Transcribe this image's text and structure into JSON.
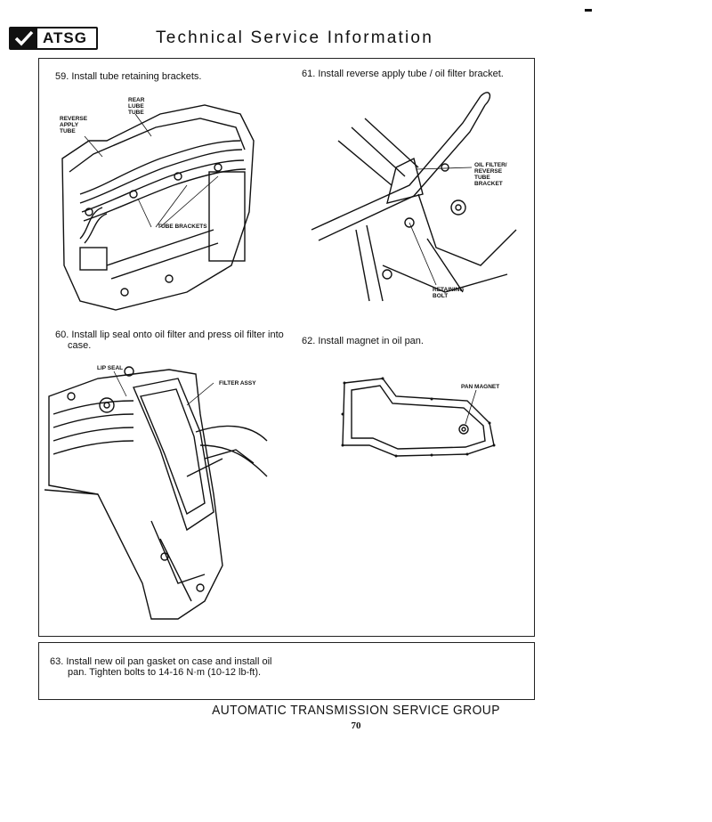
{
  "header": {
    "logo_text": "ATSG",
    "title": "Technical Service Information"
  },
  "steps": [
    {
      "id": "59",
      "text": "59.  Install tube retaining brackets."
    },
    {
      "id": "61",
      "text": "61.  Install reverse apply tube / oil filter bracket."
    },
    {
      "id": "60",
      "line1": "60.  Install lip seal onto oil filter and press oil filter into",
      "line2": "case."
    },
    {
      "id": "62",
      "text": "62.  Install magnet in oil pan."
    },
    {
      "id": "63",
      "line1": "63.  Install new oil pan gasket on case and install oil",
      "line2": "pan. Tighten bolts to 14-16 N·m (10-12 lb-ft)."
    }
  ],
  "labels": {
    "fig59": {
      "rear_lube_1": "REAR",
      "rear_lube_2": "LUBE",
      "rear_lube_3": "TUBE",
      "rev_1": "REVERSE",
      "rev_2": "APPLY",
      "rev_3": "TUBE",
      "tube_brackets": "TUBE BRACKETS"
    },
    "fig61": {
      "oil_1": "OIL FILTER/",
      "oil_2": "REVERSE",
      "oil_3": "TUBE",
      "oil_4": "BRACKET",
      "ret_1": "RETAINING",
      "ret_2": "BOLT"
    },
    "fig60": {
      "lip_seal": "LIP SEAL",
      "filter_assy": "FILTER ASSY"
    },
    "fig62": {
      "pan_magnet": "PAN MAGNET"
    }
  },
  "footer": {
    "org": "AUTOMATIC TRANSMISSION SERVICE GROUP",
    "page": "70"
  }
}
